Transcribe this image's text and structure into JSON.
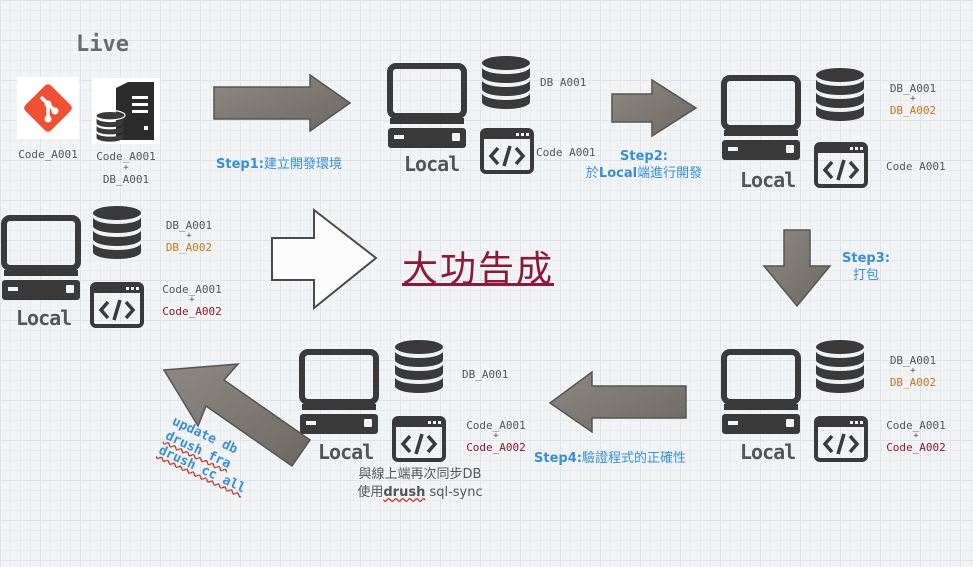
{
  "live_label": "Live",
  "title": "大功告成",
  "local_label": "Local",
  "live": {
    "git_caption": "Code_A001",
    "server_caption_1": "Code_A001",
    "server_caption_plus": "+",
    "server_caption_2": "DB_A001"
  },
  "node1": {
    "db": "DB A001",
    "code": "Code A001"
  },
  "node2": {
    "db_1": "DB_A001",
    "plus": "+",
    "db_2": "DB_A002",
    "code": "Code A001"
  },
  "node3": {
    "db_1": "DB_A001",
    "plus": "+",
    "db_2": "DB_A002",
    "code_1": "Code_A001",
    "code_plus": "+",
    "code_2": "Code_A002"
  },
  "node4": {
    "db": "DB_A001",
    "code_1": "Code_A001",
    "code_plus": "+",
    "code_2": "Code_A002"
  },
  "node5": {
    "db_1": "DB_A001",
    "plus": "+",
    "db_2": "DB_A002",
    "code_1": "Code_A001",
    "code_plus": "+",
    "code_2": "Code_A002"
  },
  "steps": {
    "s1_head": "Step1:",
    "s1_text": "建立開發環境",
    "s2_head": "Step2:",
    "s2_pre": "於",
    "s2_bold": "Local",
    "s2_text": "端進行開發",
    "s3_head": "Step3:",
    "s3_text": "打包",
    "s4_head": "Step4:",
    "s4_text": "驗證程式的正確性"
  },
  "sync": {
    "line1": "與線上端再次同步DB",
    "line2_pre": "使用",
    "line2_cmd": "drush",
    "line2_post": " sql-sync"
  },
  "commands": [
    "update db",
    "drush fra",
    "drush cc all"
  ],
  "colors": {
    "step_blue": "#3a8fd1",
    "highlight_orange": "#c8741c",
    "highlight_red": "#8b1a2b",
    "title_red": "#8b1a3a",
    "git_orange": "#f05033",
    "arrow_gray": "#7d7770"
  }
}
